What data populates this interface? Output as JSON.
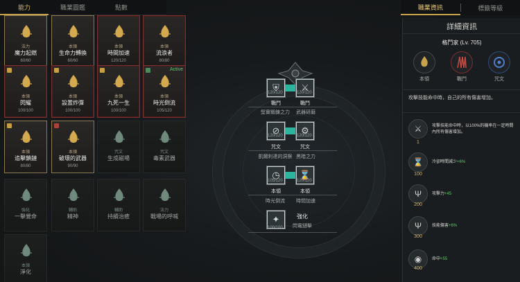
{
  "tabs": [
    "能力",
    "職業圖鑑",
    "點數"
  ],
  "right_tabs": [
    "職業資訊",
    "標籤等級"
  ],
  "cards": [
    {
      "type": "法力",
      "name": "魔力起燃",
      "level": "60/60",
      "style": "gold"
    },
    {
      "type": "本領",
      "name": "生命力轉換",
      "level": "60/60",
      "style": "gold"
    },
    {
      "type": "本領",
      "name": "時間加速",
      "level": "120/120",
      "style": "red"
    },
    {
      "type": "本領",
      "name": "流浪者",
      "level": "80/80",
      "style": "red"
    },
    {
      "type": "本領",
      "name": "閃耀",
      "level": "100/100",
      "style": "red",
      "badge": "gold"
    },
    {
      "type": "本領",
      "name": "設置炸彈",
      "level": "100/100",
      "style": "red",
      "badge": "gold"
    },
    {
      "type": "本領",
      "name": "九死一生",
      "level": "100/100",
      "style": "red",
      "badge": "gold"
    },
    {
      "type": "本領",
      "name": "時光倒流",
      "level": "105/120",
      "style": "red",
      "badge": "green",
      "active": "Active"
    },
    {
      "type": "本領",
      "name": "追擊鎖鏈",
      "level": "80/80",
      "style": "gold",
      "badge": "gold"
    },
    {
      "type": "本領",
      "name": "破壞的武器",
      "level": "90/90",
      "style": "gold",
      "badge": "red"
    },
    {
      "type": "咒文",
      "name": "生成磁場",
      "level": "",
      "style": "dim"
    },
    {
      "type": "咒文",
      "name": "毒素武器",
      "level": "",
      "style": "dim"
    },
    {
      "type": "強化",
      "name": "一擊覺命",
      "level": "",
      "style": "dim"
    },
    {
      "type": "輔助",
      "name": "精神",
      "level": "",
      "style": "dim"
    },
    {
      "type": "輔助",
      "name": "持續治癒",
      "level": "",
      "style": "dim"
    },
    {
      "type": "法力",
      "name": "戰場的呼喊",
      "level": "",
      "style": "dim"
    },
    {
      "type": "本領",
      "name": "淨化",
      "level": "",
      "style": "dim"
    }
  ],
  "tree": {
    "row1": {
      "tags": [
        "戰鬥",
        "戰鬥"
      ],
      "counts": [
        "120/120",
        "120/120"
      ],
      "skills": [
        "堅實鍛鍊之力",
        "武器研磨"
      ]
    },
    "row2": {
      "tags": [
        "咒文",
        "咒文"
      ],
      "counts": [
        "120/120",
        "120/120"
      ],
      "skills": [
        "凱爾利達的洞察",
        "黑暗之力"
      ]
    },
    "row3": {
      "tags": [
        "本領",
        "本領"
      ],
      "counts": [
        "105/120",
        "120/120"
      ],
      "skills": [
        "時光倒流",
        "時間加速"
      ]
    },
    "row4": {
      "tag": "強化",
      "count": "100/100",
      "skill": "閃電鏈擊"
    }
  },
  "panel": {
    "title": "詳細資訊",
    "subtitle": "格鬥家 (Lv. 705)",
    "classes": [
      "本領",
      "戰鬥",
      "咒文"
    ],
    "description": "攻擊技能命中時，自己的所有傷害增加。",
    "effects": [
      {
        "level": "1",
        "text": "攻擊技能命中時，以100%的機率在一定時間內所有傷害增加。",
        "green": ""
      },
      {
        "level": "100",
        "text": "冷卻時間減少",
        "green": "+6%"
      },
      {
        "level": "200",
        "text": "攻擊力",
        "green": "+45"
      },
      {
        "level": "300",
        "text": "技能傷害",
        "green": "+6%"
      },
      {
        "level": "400",
        "text": "命中",
        "green": "+55"
      }
    ]
  },
  "colors": {
    "accent": "#c9a24e",
    "link": "#2bb59e",
    "green": "#5ec970"
  }
}
